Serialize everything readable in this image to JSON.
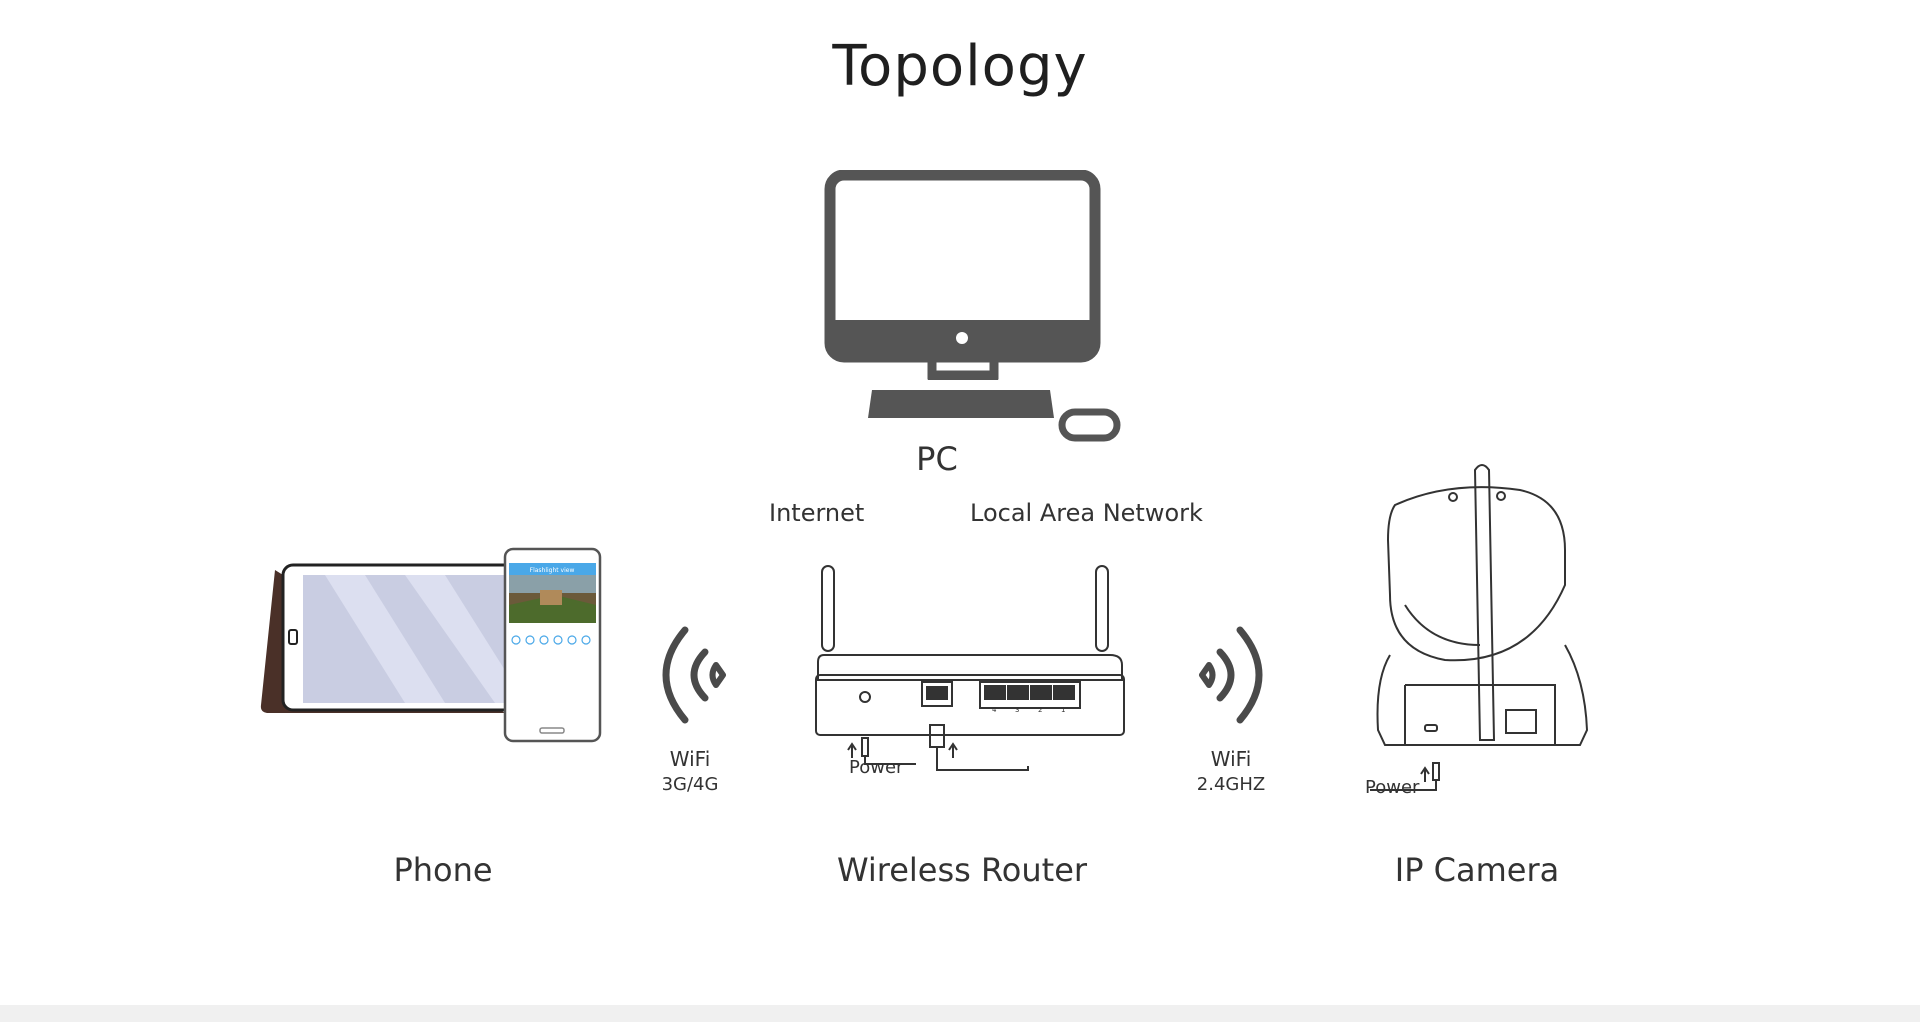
{
  "title": "Topology",
  "labels": {
    "pc": "PC",
    "internet": "Internet",
    "lan": "Local Area Network",
    "wifi_left": "WiFi",
    "wifi_left_sub": "3G/4G",
    "wifi_right": "WiFi",
    "wifi_right_sub": "2.4GHZ",
    "router_power": "Power",
    "camera_power": "Power",
    "phone": "Phone",
    "router": "Wireless Router",
    "camera": "IP Camera"
  },
  "router_port_numbers": [
    "4",
    "3",
    "2",
    "1"
  ],
  "phone_app_header": "Flashlight view",
  "colors": {
    "icon_gray": "#555555",
    "wifi_gray": "#4a4a4a",
    "line_art": "#333333",
    "tablet_case": "#4a3028",
    "app_blue": "#4aa8e8"
  }
}
